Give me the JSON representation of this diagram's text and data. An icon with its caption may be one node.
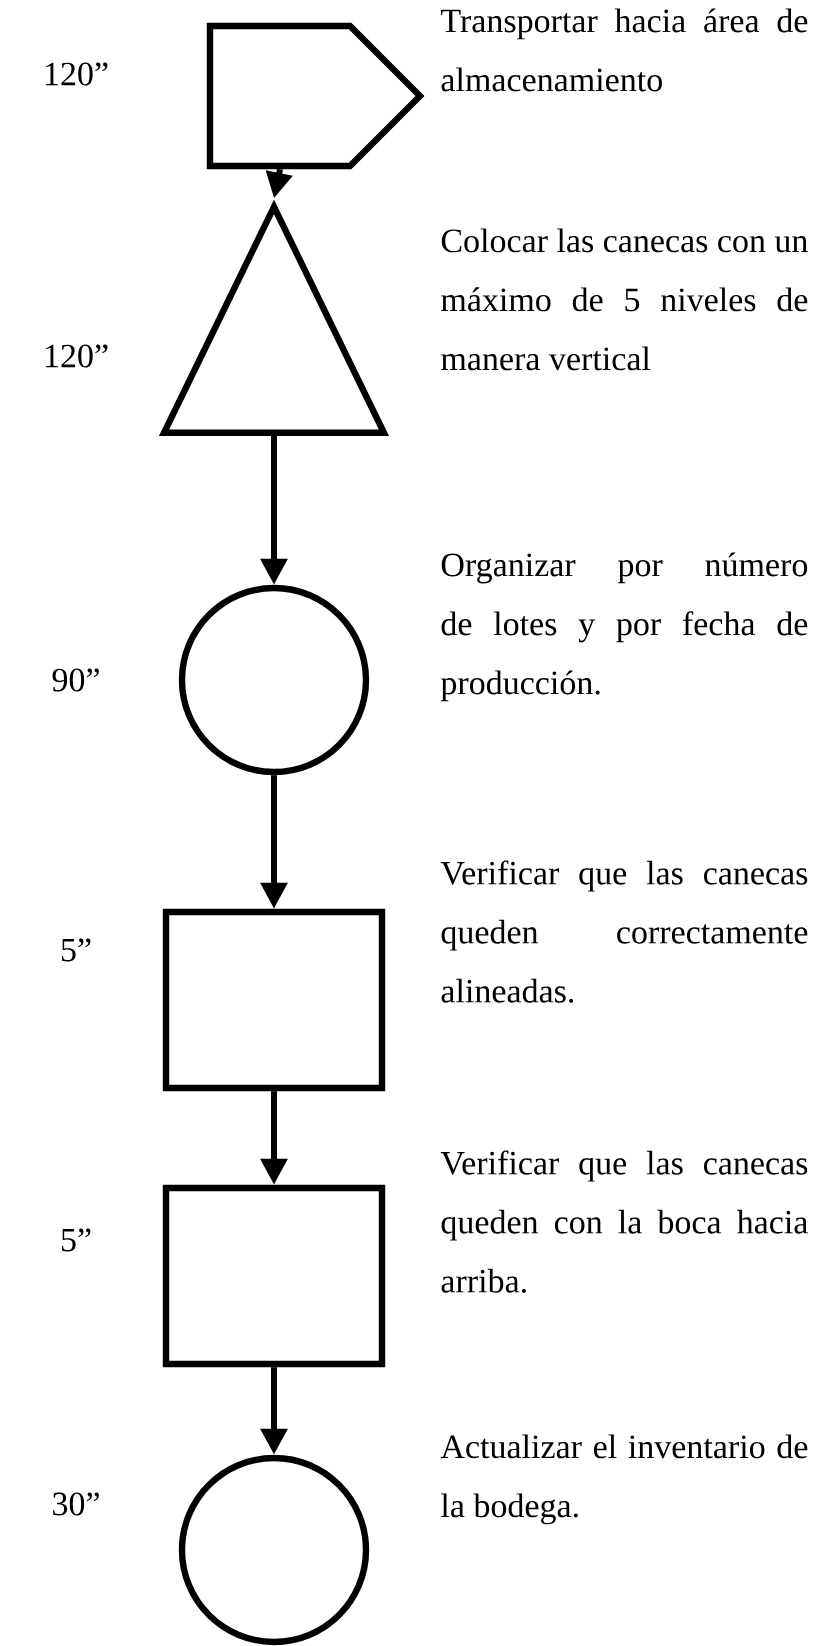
{
  "diagram": {
    "nodes": [
      {
        "text": [],
        "shape": "arrow",
        "beside": [
          "120”",
          "Transportar hacia área de almacenamiento"
        ]
      },
      {
        "text": [],
        "shape": "triangle",
        "beside": [
          "120”",
          "Colocar las canecas con un máximo de 5 niveles de manera vertical"
        ]
      },
      {
        "text": [],
        "shape": "circle",
        "beside": [
          "90”",
          "Organizar por número de lotes y por fecha de producción."
        ]
      },
      {
        "text": [],
        "shape": "box",
        "beside": [
          "5”",
          "Verificar que las canecas queden correctamente alineadas."
        ]
      },
      {
        "text": [],
        "shape": "box",
        "beside": [
          "5”",
          "Verificar que las canecas queden con la boca hacia arriba."
        ]
      },
      {
        "text": [],
        "shape": "circle",
        "beside": [
          "30”",
          "Actualizar el inventario de la bodega."
        ]
      }
    ],
    "edges": [
      {
        "from": 0,
        "to": 1,
        "arrow": "to"
      },
      {
        "from": 1,
        "to": 2,
        "arrow": "to"
      },
      {
        "from": 2,
        "to": 3,
        "arrow": "to"
      },
      {
        "from": 3,
        "to": 4,
        "arrow": "to"
      },
      {
        "from": 4,
        "to": 5,
        "arrow": "to"
      }
    ]
  }
}
